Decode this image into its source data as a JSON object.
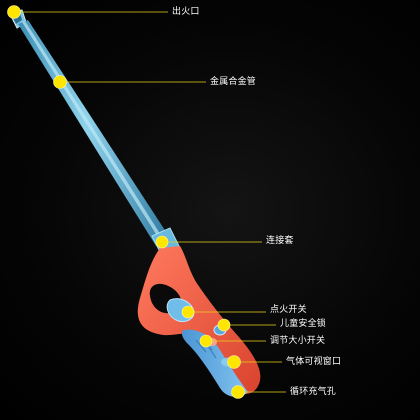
{
  "colors": {
    "background": "#000000",
    "leader_line": "#e9d21a",
    "marker": "#ffe600",
    "rod": "#63b6d6",
    "handle": "#f25a44",
    "grip": "#5aa8e2",
    "label_text": "#ffffff"
  },
  "callouts": [
    {
      "id": "nozzle",
      "label": "出火口"
    },
    {
      "id": "metal-tube",
      "label": "金属合金管"
    },
    {
      "id": "connector-sleeve",
      "label": "连接套"
    },
    {
      "id": "ignition-switch",
      "label": "点火开关"
    },
    {
      "id": "child-safety-lock",
      "label": "儿童安全锁"
    },
    {
      "id": "size-adjust-switch",
      "label": "调节大小开关"
    },
    {
      "id": "gas-window",
      "label": "气体可视窗口"
    },
    {
      "id": "refill-hole",
      "label": "循环充气孔"
    }
  ]
}
